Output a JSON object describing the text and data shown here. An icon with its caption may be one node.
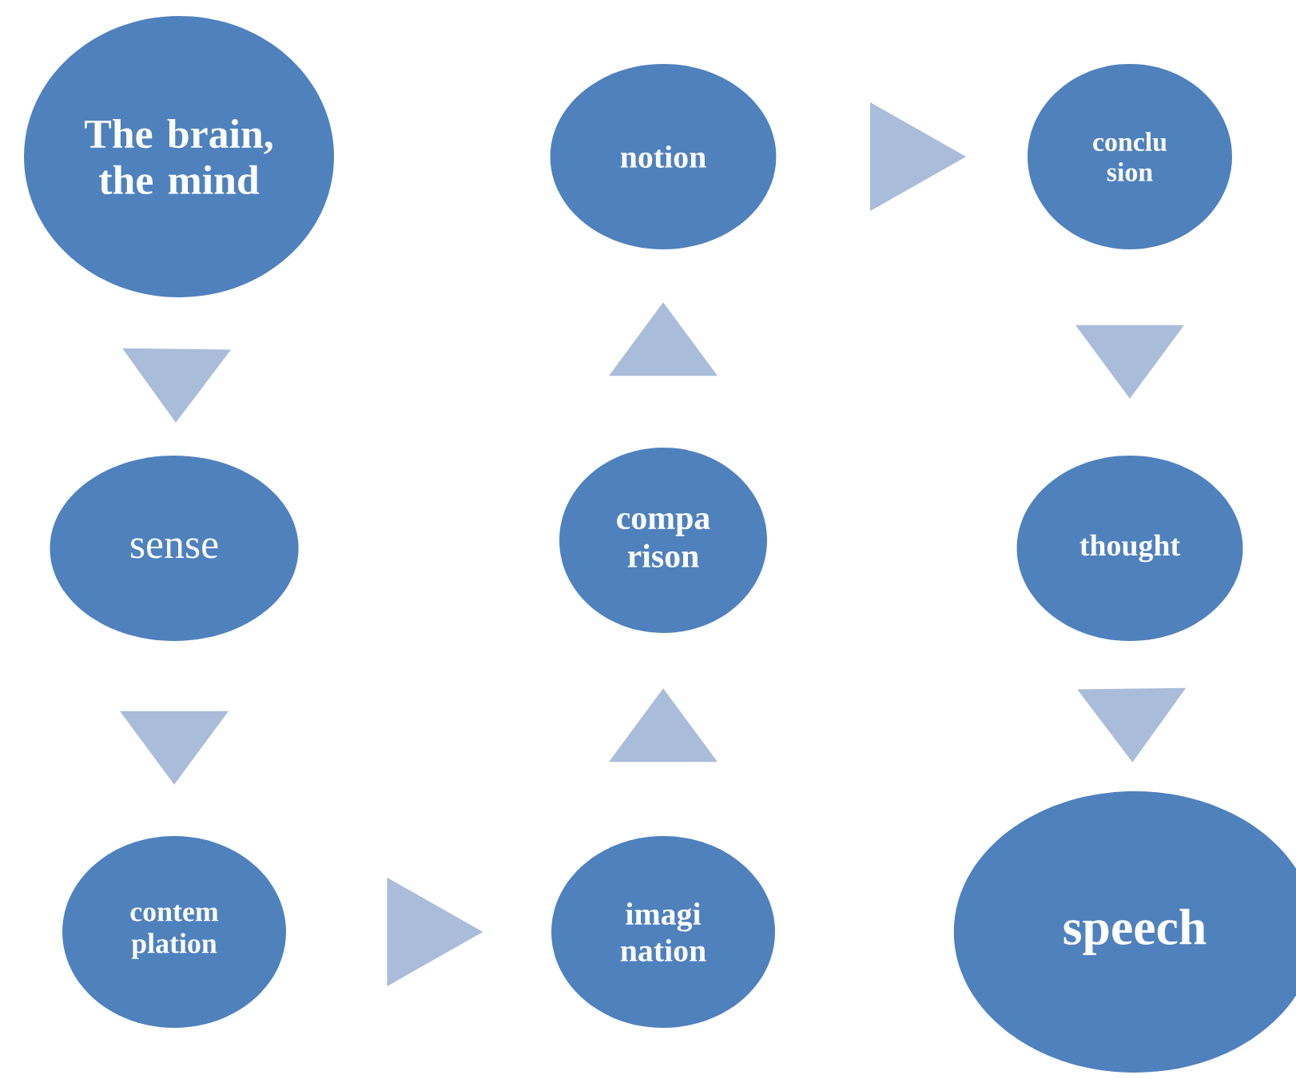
{
  "diagram": {
    "nodes": [
      {
        "text": [
          "The brain, the mind"
        ]
      },
      {
        "text": [
          "sense"
        ]
      },
      {
        "text": [
          "contem plation"
        ]
      },
      {
        "text": [
          "imagi nation"
        ]
      },
      {
        "text": [
          "compa rison"
        ]
      },
      {
        "text": [
          "notion"
        ]
      },
      {
        "text": [
          "conclu sion"
        ]
      },
      {
        "text": [
          "thought"
        ]
      },
      {
        "text": [
          "speech"
        ]
      }
    ],
    "edges": [
      {
        "from": 0,
        "to": 1,
        "arrow": "to"
      },
      {
        "from": 1,
        "to": 2,
        "arrow": "to"
      },
      {
        "from": 2,
        "to": 3,
        "arrow": "to"
      },
      {
        "from": 3,
        "to": 4,
        "arrow": "to"
      },
      {
        "from": 4,
        "to": 5,
        "arrow": "to"
      },
      {
        "from": 5,
        "to": 6,
        "arrow": "to"
      },
      {
        "from": 6,
        "to": 7,
        "arrow": "to"
      },
      {
        "from": 7,
        "to": 8,
        "arrow": "to"
      }
    ]
  }
}
